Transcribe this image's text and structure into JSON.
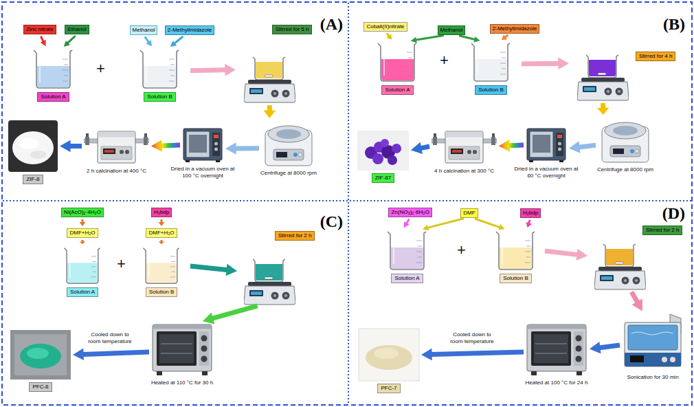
{
  "diagram": {
    "nodes": [
      {
        "text": [
          "(A)"
        ]
      },
      {
        "text": [
          "Zinc nitrate"
        ],
        "in": 0
      },
      {
        "text": [
          "Ethanol"
        ],
        "in": 0
      },
      {
        "text": [
          "Methanol"
        ],
        "in": 0
      },
      {
        "text": [
          "2-Methylimidazole"
        ],
        "in": 0
      },
      {
        "text": [
          "Solution A"
        ],
        "in": 0
      },
      {
        "text": [
          "Solution B"
        ],
        "in": 0
      },
      {
        "text": [
          "Stirred for 5 h"
        ],
        "in": 0
      },
      {
        "text": [
          "ZIF-8"
        ],
        "in": 0
      },
      {
        "text": [
          "2 h calcination at 400 °C"
        ],
        "in": 0
      },
      {
        "text": [
          "Dried in a vacuum oven at 100 °C overnight"
        ],
        "in": 0
      },
      {
        "text": [
          "Centrifuge at 8000 rpm"
        ],
        "in": 0
      },
      {
        "text": [
          "(B)"
        ]
      },
      {
        "text": [
          "Cobalt(II)nitrate"
        ],
        "in": 12
      },
      {
        "text": [
          "Methanol"
        ],
        "in": 12
      },
      {
        "text": [
          "2-Methylimidazole"
        ],
        "in": 12
      },
      {
        "text": [
          "Solution A"
        ],
        "in": 12
      },
      {
        "text": [
          "Solution B"
        ],
        "in": 12
      },
      {
        "text": [
          "Stirred for 4 h"
        ],
        "in": 12
      },
      {
        "text": [
          "ZIF-67"
        ],
        "in": 12
      },
      {
        "text": [
          "4 h calcination at 300 °C"
        ],
        "in": 12
      },
      {
        "text": [
          "Dried in a vacuum oven at 60 °C overnight"
        ],
        "in": 12
      },
      {
        "text": [
          "Centrifuge at 8000 rpm"
        ],
        "in": 12
      },
      {
        "text": [
          "(C)"
        ]
      },
      {
        "text": [
          "Ni(AcO)₂·4H₂O"
        ],
        "in": 23
      },
      {
        "text": [
          "H₂bdp"
        ],
        "in": 23
      },
      {
        "text": [
          "DMF+H₂O"
        ],
        "in": 23
      },
      {
        "text": [
          "DMF+H₂O"
        ],
        "in": 23
      },
      {
        "text": [
          "Solution A"
        ],
        "in": 23
      },
      {
        "text": [
          "Solution B"
        ],
        "in": 23
      },
      {
        "text": [
          "Stirred for 2 h"
        ],
        "in": 23
      },
      {
        "text": [
          "PFC-6"
        ],
        "in": 23
      },
      {
        "text": [
          "Heated at 110 °C for 30 h"
        ],
        "in": 23
      },
      {
        "text": [
          "(D)"
        ]
      },
      {
        "text": [
          "Zn(NO₃)₂·6H₂O"
        ],
        "in": 33
      },
      {
        "text": [
          "DMF"
        ],
        "in": 33
      },
      {
        "text": [
          "H₂bdp"
        ],
        "in": 33
      },
      {
        "text": [
          "Solution A"
        ],
        "in": 33
      },
      {
        "text": [
          "Solution B"
        ],
        "in": 33
      },
      {
        "text": [
          "Stirred for 2 h"
        ],
        "in": 33
      },
      {
        "text": [
          "PFC-7"
        ],
        "in": 33
      },
      {
        "text": [
          "Heated at 100 °C for 24 h"
        ],
        "in": 33
      },
      {
        "text": [
          "Sonication for 30 min"
        ],
        "in": 33
      }
    ],
    "edges": [
      {
        "from": 1,
        "to": 5,
        "arrow": "to"
      },
      {
        "from": 2,
        "to": 5,
        "arrow": "to"
      },
      {
        "from": 3,
        "to": 6,
        "arrow": "to"
      },
      {
        "from": 4,
        "to": 6,
        "arrow": "to"
      },
      {
        "from": 6,
        "to": 7,
        "arrow": "to"
      },
      {
        "from": 7,
        "to": 11,
        "arrow": "to"
      },
      {
        "from": 11,
        "to": 10,
        "arrow": "to"
      },
      {
        "from": 10,
        "to": 9,
        "arrow": "to"
      },
      {
        "from": 9,
        "to": 8,
        "arrow": "to"
      },
      {
        "from": 13,
        "to": 16,
        "arrow": "to"
      },
      {
        "from": 14,
        "to": 16,
        "arrow": "to"
      },
      {
        "from": 14,
        "to": 17,
        "arrow": "to"
      },
      {
        "from": 15,
        "to": 17,
        "arrow": "to"
      },
      {
        "from": 17,
        "to": 18,
        "arrow": "to"
      },
      {
        "from": 18,
        "to": 22,
        "arrow": "to"
      },
      {
        "from": 22,
        "to": 21,
        "arrow": "to"
      },
      {
        "from": 21,
        "to": 20,
        "arrow": "to"
      },
      {
        "from": 20,
        "to": 19,
        "arrow": "to"
      },
      {
        "from": 24,
        "to": 26,
        "arrow": "to"
      },
      {
        "from": 25,
        "to": 27,
        "arrow": "to"
      },
      {
        "from": 26,
        "to": 28,
        "arrow": "to"
      },
      {
        "from": 27,
        "to": 29,
        "arrow": "to"
      },
      {
        "from": 29,
        "to": 30,
        "arrow": "to"
      },
      {
        "from": 30,
        "to": 32,
        "arrow": "to"
      },
      {
        "from": 32,
        "to": 31,
        "arrow": "to"
      },
      {
        "from": 34,
        "to": 37,
        "arrow": "to"
      },
      {
        "from": 35,
        "to": 37,
        "arrow": "to"
      },
      {
        "from": 35,
        "to": 38,
        "arrow": "to"
      },
      {
        "from": 36,
        "to": 38,
        "arrow": "to"
      },
      {
        "from": 38,
        "to": 39,
        "arrow": "to"
      },
      {
        "from": 39,
        "to": 42,
        "arrow": "to"
      },
      {
        "from": 42,
        "to": 41,
        "arrow": "to"
      },
      {
        "from": 41,
        "to": 40,
        "arrow": "to"
      }
    ],
    "labels": [
      "+",
      "+",
      "+",
      "Cooled down to room temperature",
      "+",
      "Cooled down to room temperature"
    ]
  }
}
